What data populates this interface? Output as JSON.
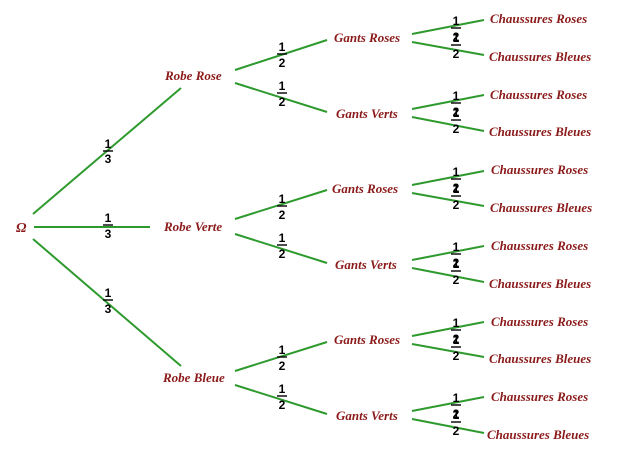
{
  "root": {
    "label": "Ω"
  },
  "dress": [
    {
      "label": "Robe Rose",
      "prob": {
        "num": "1",
        "den": "3"
      }
    },
    {
      "label": "Robe Verte",
      "prob": {
        "num": "1",
        "den": "3"
      }
    },
    {
      "label": "Robe Bleue",
      "prob": {
        "num": "1",
        "den": "3"
      }
    }
  ],
  "gloves": [
    {
      "label": "Gants Roses",
      "prob": {
        "num": "1",
        "den": "2"
      }
    },
    {
      "label": "Gants Verts",
      "prob": {
        "num": "1",
        "den": "2"
      }
    },
    {
      "label": "Gants Roses",
      "prob": {
        "num": "1",
        "den": "2"
      }
    },
    {
      "label": "Gants Verts",
      "prob": {
        "num": "1",
        "den": "2"
      }
    },
    {
      "label": "Gants Roses",
      "prob": {
        "num": "1",
        "den": "2"
      }
    },
    {
      "label": "Gants Verts",
      "prob": {
        "num": "1",
        "den": "2"
      }
    }
  ],
  "shoes": [
    {
      "label": "Chaussures Roses",
      "prob": {
        "num": "1",
        "den": "2"
      }
    },
    {
      "label": "Chaussures Bleues",
      "prob": {
        "num": "1",
        "den": "2"
      }
    },
    {
      "label": "Chaussures Roses",
      "prob": {
        "num": "1",
        "den": "2"
      }
    },
    {
      "label": "Chaussures Bleues",
      "prob": {
        "num": "1",
        "den": "2"
      }
    },
    {
      "label": "Chaussures Roses",
      "prob": {
        "num": "1",
        "den": "2"
      }
    },
    {
      "label": "Chaussures Bleues",
      "prob": {
        "num": "1",
        "den": "2"
      }
    },
    {
      "label": "Chaussures Roses",
      "prob": {
        "num": "1",
        "den": "2"
      }
    },
    {
      "label": "Chaussures Bleues",
      "prob": {
        "num": "1",
        "den": "2"
      }
    },
    {
      "label": "Chaussures Roses",
      "prob": {
        "num": "1",
        "den": "2"
      }
    },
    {
      "label": "Chaussures Bleues",
      "prob": {
        "num": "1",
        "den": "2"
      }
    },
    {
      "label": "Chaussures Roses",
      "prob": {
        "num": "1",
        "den": "2"
      }
    },
    {
      "label": "Chaussures Bleues",
      "prob": {
        "num": "1",
        "den": "2"
      }
    }
  ],
  "colors": {
    "edge": "#2e9a2e",
    "label": "#8b1a1a",
    "fraction": "#000000"
  }
}
